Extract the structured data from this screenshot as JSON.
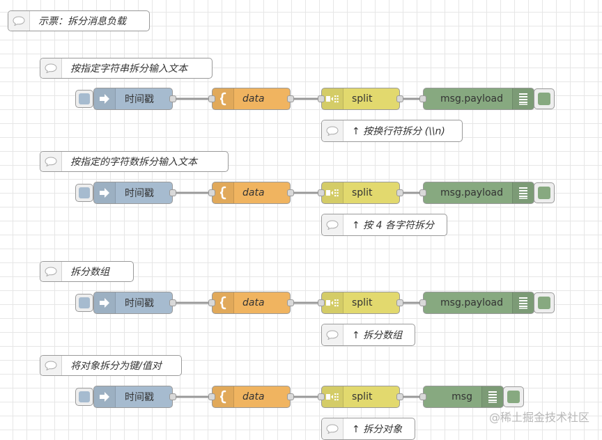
{
  "main_comment": "示票：拆分消息负载",
  "flows": [
    {
      "comment": "按指定字符串拆分输入文本",
      "inject_label": "时间戳",
      "template_label": "data",
      "split_label": "split",
      "debug_label": "msg.payload",
      "note": "↑ 按换行符拆分 (\\\\n)"
    },
    {
      "comment": "按指定的字符数拆分输入文本",
      "inject_label": "时间戳",
      "template_label": "data",
      "split_label": "split",
      "debug_label": "msg.payload",
      "note": "↑ 按 4 各字符拆分"
    },
    {
      "comment": "拆分数组",
      "inject_label": "时间戳",
      "template_label": "data",
      "split_label": "split",
      "debug_label": "msg.payload",
      "note": "↑ 拆分数组"
    },
    {
      "comment": "将对象拆分为键/值对",
      "inject_label": "时间戳",
      "template_label": "data",
      "split_label": "split",
      "debug_label": "msg",
      "note": "↑ 拆分对象"
    }
  ],
  "watermark": "@稀土掘金技术社区",
  "colors": {
    "inject": "#a6bbcf",
    "template": "#f0b460",
    "split": "#e2d96e",
    "debug": "#87a980",
    "wire": "#999999"
  },
  "icons": [
    "comment-icon",
    "inject-arrow-icon",
    "template-brace-icon",
    "split-icon",
    "debug-list-icon"
  ]
}
